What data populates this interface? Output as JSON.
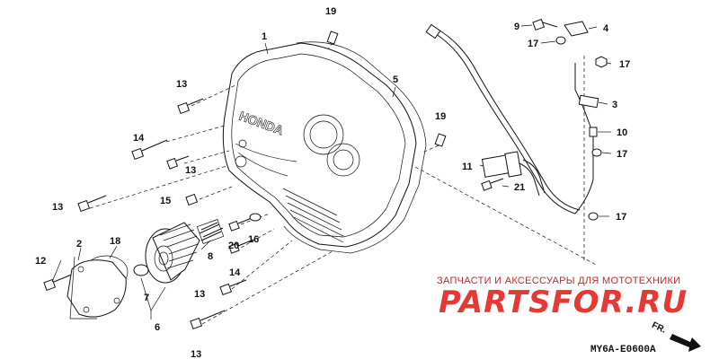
{
  "labels": {
    "p1": "1",
    "p2": "2",
    "p3": "3",
    "p4": "4",
    "p5": "5",
    "p6": "6",
    "p7": "7",
    "p8": "8",
    "p9": "9",
    "p10": "10",
    "p11": "11",
    "p12": "12",
    "p13": "13",
    "p14": "14",
    "p15": "15",
    "p16": "16",
    "p17": "17",
    "p18": "18",
    "p19": "19",
    "p20": "20",
    "p21": "21"
  },
  "cover_brand": "HONDA",
  "watermark": {
    "line1": "ЗАПЧАСТИ И АКСЕССУАРЫ ДЛЯ МОТОТЕХНИКИ",
    "logo": "PARTSFOR.RU"
  },
  "diagram_code": "MY6A-E0600A",
  "direction": "FR.",
  "colors": {
    "ink": "#111111",
    "watermark": "#e53935"
  }
}
